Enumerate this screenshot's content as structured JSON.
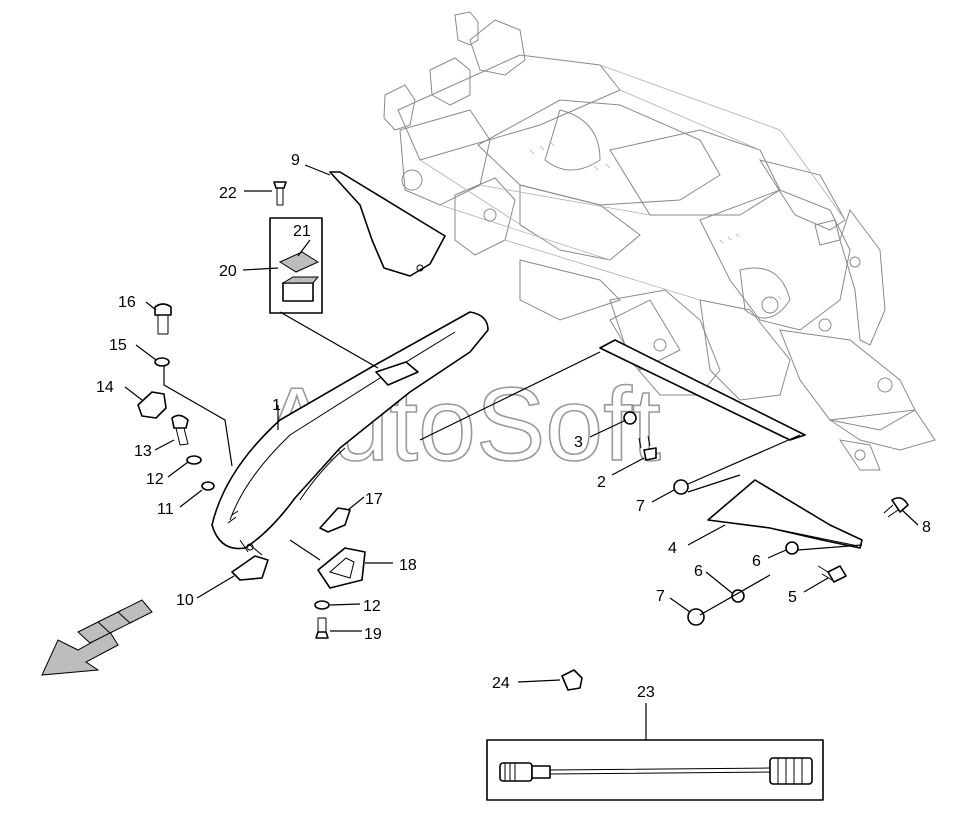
{
  "watermark": "AutoSoft",
  "callouts": [
    {
      "id": "c1",
      "label": "1"
    },
    {
      "id": "c2",
      "label": "2"
    },
    {
      "id": "c3",
      "label": "3"
    },
    {
      "id": "c4",
      "label": "4"
    },
    {
      "id": "c5",
      "label": "5"
    },
    {
      "id": "c6a",
      "label": "6"
    },
    {
      "id": "c6b",
      "label": "6"
    },
    {
      "id": "c7a",
      "label": "7"
    },
    {
      "id": "c7b",
      "label": "7"
    },
    {
      "id": "c8",
      "label": "8"
    },
    {
      "id": "c9",
      "label": "9"
    },
    {
      "id": "c10",
      "label": "10"
    },
    {
      "id": "c11",
      "label": "11"
    },
    {
      "id": "c12a",
      "label": "12"
    },
    {
      "id": "c12b",
      "label": "12"
    },
    {
      "id": "c13",
      "label": "13"
    },
    {
      "id": "c14",
      "label": "14"
    },
    {
      "id": "c15",
      "label": "15"
    },
    {
      "id": "c16",
      "label": "16"
    },
    {
      "id": "c17",
      "label": "17"
    },
    {
      "id": "c18",
      "label": "18"
    },
    {
      "id": "c19",
      "label": "19"
    },
    {
      "id": "c20",
      "label": "20"
    },
    {
      "id": "c21",
      "label": "21"
    },
    {
      "id": "c22",
      "label": "22"
    },
    {
      "id": "c23",
      "label": "23"
    },
    {
      "id": "c24",
      "label": "24"
    }
  ]
}
